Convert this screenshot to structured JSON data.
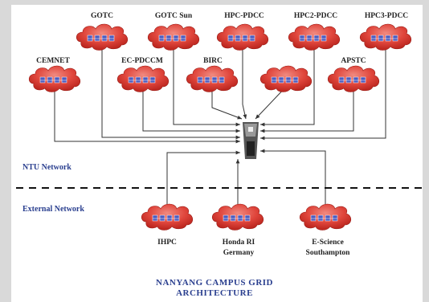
{
  "title": "NANYANG CAMPUS GRID ARCHITECTURE",
  "zones": {
    "internal": "NTU Network",
    "external": "External Network"
  },
  "nodes": {
    "gotc": "GOTC",
    "gotc_sun": "GOTC Sun",
    "hpc_pdcc": "HPC-PDCC",
    "hpc2_pdcc": "HPC2-PDCC",
    "hpc3_pdcc": "HPC3-PDCC",
    "cemnet": "CEMNET",
    "ec_pdccm": "EC-PDCCM",
    "birc": "BIRC",
    "apstc": "APSTC",
    "ihpc": "IHPC",
    "honda": "Honda RI",
    "honda_loc": "Germany",
    "escience": "E-Science",
    "escience_loc": "Southampton"
  },
  "colors": {
    "cloud": "#d9302a",
    "cloud_highlight": "#f07066",
    "server": "#4a5bc0",
    "line": "#333333",
    "zone_text": "#2a3f8f"
  }
}
